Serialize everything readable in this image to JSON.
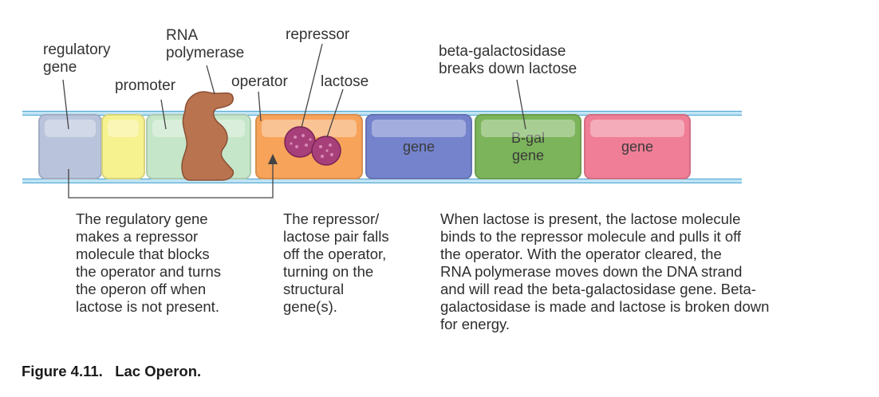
{
  "labels": {
    "regulatory_gene": "regulatory\ngene",
    "rna_polymerase": "RNA\npolymerase",
    "promoter": "promoter",
    "operator": "operator",
    "repressor": "repressor",
    "lactose": "lactose",
    "beta_gal": "beta-galactosidase\nbreaks down lactose"
  },
  "segments": {
    "gene_1": "gene",
    "bgal": "B-gal\ngene",
    "gene_2": "gene"
  },
  "paragraphs": {
    "regulatory": "The regulatory gene\nmakes a repressor\nmolecule that blocks\nthe operator and turns\nthe operon off when\nlactose is not present.",
    "repressor": "The repressor/\nlactose pair falls\noff the operator,\nturning on the\nstructural\ngene(s).",
    "lactose_present": "When lactose is present, the lactose molecule\nbinds to the repressor molecule and pulls it off\nthe operator. With the operator cleared, the\nRNA polymerase moves down the DNA strand\nand will read the beta-galactosidase gene. Beta-\ngalactosidase is made and lactose is broken down\nfor energy."
  },
  "caption": {
    "number": "Figure 4.11.",
    "title": "Lac Operon."
  },
  "colors": {
    "regulatory": "#b9c4dc",
    "promoter_yellow": "#f6f290",
    "promoter_green": "#c5e6c9",
    "operator": "#f7a35a",
    "gene_blue": "#7483cc",
    "bgal_green": "#7bb45a",
    "gene_pink": "#ef7e96",
    "polymerase": "#b9734f",
    "repressor": "#a7407a"
  }
}
